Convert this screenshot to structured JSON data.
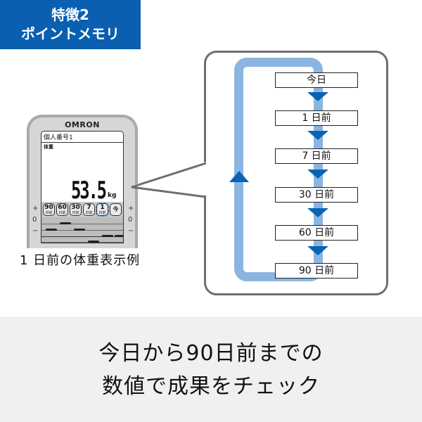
{
  "badge": {
    "line1": "特徴2",
    "line2": "ポイントメモリ",
    "color": "#0a5fb0"
  },
  "device": {
    "brand": "OMRON",
    "user_label": "個人番号1",
    "measure_label": "体重",
    "reading": "53.5",
    "unit": "kg",
    "day_buttons": [
      {
        "num": "90",
        "sub": "日前"
      },
      {
        "num": "60",
        "sub": "日前"
      },
      {
        "num": "30",
        "sub": "日前"
      },
      {
        "num": "7",
        "sub": "日前"
      },
      {
        "num": "1",
        "sub": "日前",
        "highlighted": true
      },
      {
        "num": "今日",
        "sub": ""
      }
    ],
    "scale_marks": {
      "plus": "+",
      "zero": "0",
      "minus": "−"
    }
  },
  "caption_left": "1 日前の体重表示例",
  "flow": {
    "loop_color": "#8bb5e1",
    "arrow_color": "#0a63b3",
    "steps": [
      "今日",
      "1 日前",
      "7 日前",
      "30 日前",
      "60 日前",
      "90 日前"
    ]
  },
  "footer": {
    "line1": "今日から90日前までの",
    "line2": "数値で成果をチェック",
    "background": "#f0f0f0"
  }
}
